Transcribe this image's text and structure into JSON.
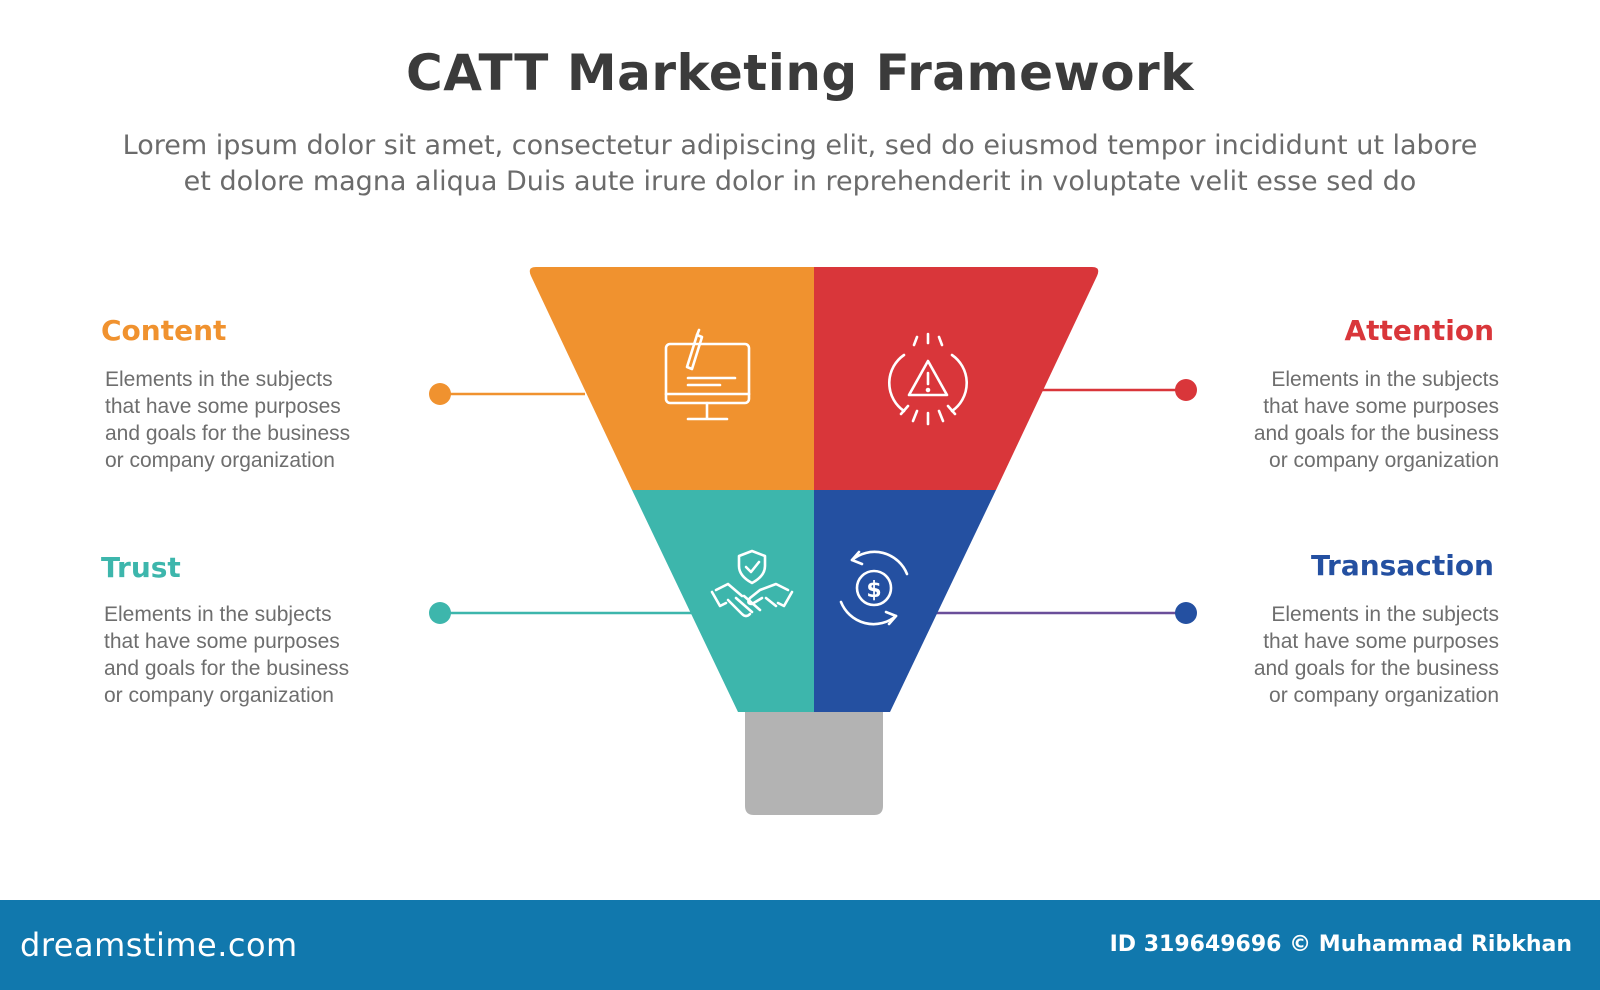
{
  "title": "CATT Marketing Framework",
  "subtitle": {
    "line1": "Lorem ipsum dolor sit amet, consectetur adipiscing elit, sed do eiusmod tempor incididunt ut labore",
    "line2": "et dolore magna aliqua Duis aute irure dolor in reprehenderit in voluptate velit esse sed do"
  },
  "items": {
    "content": {
      "label": "Content",
      "color": "#f0922f",
      "icon": "computer-pen-icon",
      "desc": [
        "Elements in the subjects",
        "that have some purposes",
        "and goals for the  business",
        "or company organization"
      ]
    },
    "attention": {
      "label": "Attention",
      "color": "#d9363a",
      "icon": "alert-icon",
      "desc": [
        "Elements in the subjects",
        "that have some purposes",
        "and goals for the  business",
        "or company organization"
      ]
    },
    "trust": {
      "label": "Trust",
      "color": "#3db6ac",
      "icon": "handshake-shield-icon",
      "desc": [
        "Elements in the subjects",
        "that have some purposes",
        "and goals for the  business",
        "or company organization"
      ]
    },
    "transaction": {
      "label": "Transaction",
      "color": "#2450a1",
      "icon": "dollar-cycle-icon",
      "desc": [
        "Elements in the subjects",
        "that have some purposes",
        "and goals for the  business",
        "or company organization"
      ]
    }
  },
  "funnel_spout_color": "#b3b3b3",
  "footer": {
    "brand": "dreamstime.com",
    "credit": "ID 319649696 © Muhammad Ribkhan",
    "color": "#1178ad"
  }
}
